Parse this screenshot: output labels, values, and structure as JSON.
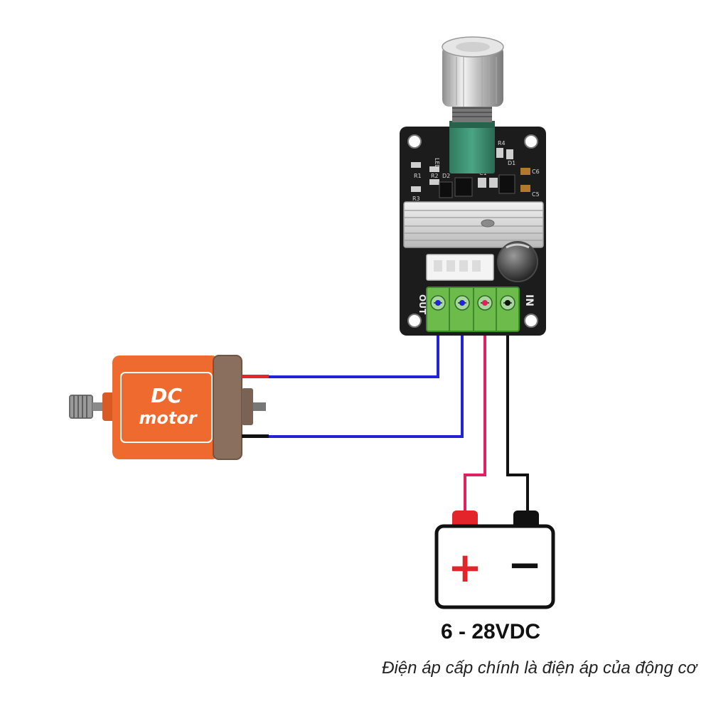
{
  "motor": {
    "label_line1": "DC",
    "label_line2": "motor",
    "body_color": "#ee6a2e"
  },
  "board": {
    "out_label": "OUT",
    "in_label": "IN",
    "silkscreen": {
      "led": "LED",
      "r1": "R1",
      "r2": "R2",
      "r3": "R3",
      "r4": "R4",
      "d1": "D1",
      "d2": "D2",
      "c1": "C1",
      "c5": "C5",
      "c6": "C6"
    },
    "pcb_color": "#1c1c1c",
    "terminal_color": "#6dbb4a"
  },
  "battery": {
    "plus_sign": "+",
    "minus_sign": "−"
  },
  "wires": {
    "motor_color": "#2323d6",
    "positive_color": "#e0205f",
    "negative_color": "#111111"
  },
  "captions": {
    "voltage_range": "6 - 28VDC",
    "note": "Điện áp cấp chính là điện áp của động cơ"
  }
}
